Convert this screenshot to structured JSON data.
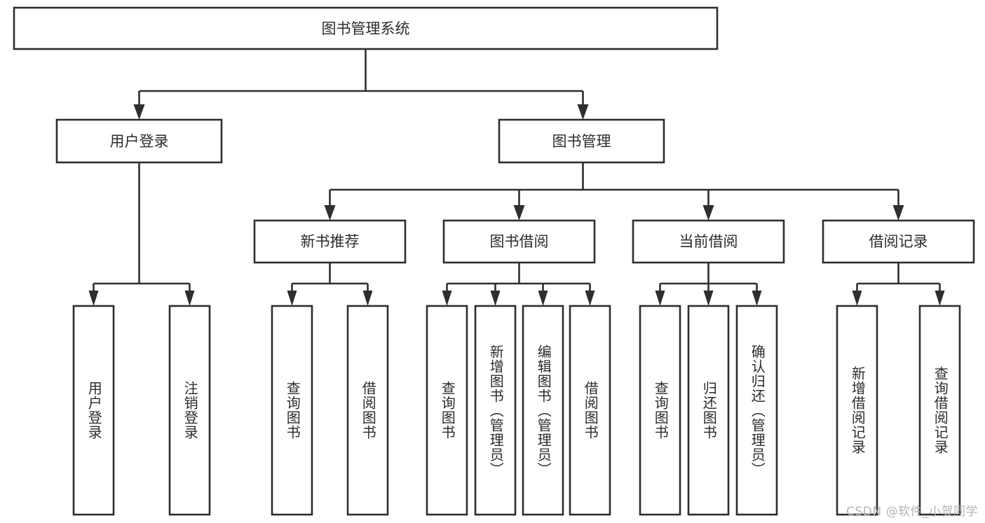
{
  "diagram": {
    "title_node": {
      "label": "图书管理系统"
    },
    "level2": [
      {
        "id": "user-login",
        "label": "用户登录"
      },
      {
        "id": "book-management",
        "label": "图书管理"
      }
    ],
    "level3": [
      {
        "id": "new-book-recommend",
        "label": "新书推荐"
      },
      {
        "id": "book-borrow",
        "label": "图书借阅"
      },
      {
        "id": "current-borrow",
        "label": "当前借阅"
      },
      {
        "id": "borrow-record",
        "label": "借阅记录"
      }
    ],
    "leaves": [
      {
        "id": "leaf-user-login",
        "label": "用户登录",
        "parent": "user-login"
      },
      {
        "id": "leaf-logout",
        "label": "注销登录",
        "parent": "user-login"
      },
      {
        "id": "leaf-query-book-1",
        "label": "查询图书",
        "parent": "new-book-recommend"
      },
      {
        "id": "leaf-borrow-book-1",
        "label": "借阅图书",
        "parent": "new-book-recommend"
      },
      {
        "id": "leaf-query-book-2",
        "label": "查询图书",
        "parent": "book-borrow"
      },
      {
        "id": "leaf-add-book",
        "label": "新增图书（管理员）",
        "parent": "book-borrow"
      },
      {
        "id": "leaf-edit-book",
        "label": "编辑图书（管理员）",
        "parent": "book-borrow"
      },
      {
        "id": "leaf-borrow-book-2",
        "label": "借阅图书",
        "parent": "book-borrow"
      },
      {
        "id": "leaf-query-book-3",
        "label": "查询图书",
        "parent": "current-borrow"
      },
      {
        "id": "leaf-return-book",
        "label": "归还图书",
        "parent": "current-borrow"
      },
      {
        "id": "leaf-confirm-return",
        "label": "确认归还（管理员）",
        "parent": "current-borrow"
      },
      {
        "id": "leaf-add-record",
        "label": "新增借阅记录",
        "parent": "borrow-record"
      },
      {
        "id": "leaf-query-record",
        "label": "查询借阅记录",
        "parent": "borrow-record"
      }
    ],
    "watermark": "CSDN @软件_小贺同学",
    "colors": {
      "stroke": "#2e2e2e",
      "fill": "#ffffff",
      "text": "#2b2b2b",
      "watermark": "#b4b4b4"
    }
  }
}
